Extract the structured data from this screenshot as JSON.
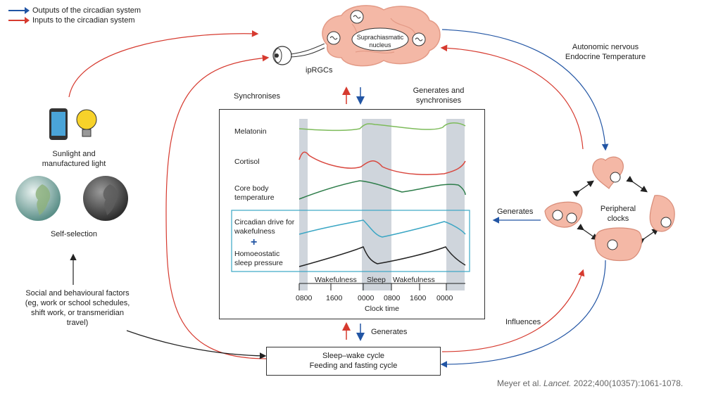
{
  "legend": {
    "outputs": {
      "label": "Outputs of the circadian system",
      "color": "#2255a4"
    },
    "inputs": {
      "label": "Inputs to the circadian system",
      "color": "#d63a2f"
    }
  },
  "brain": {
    "label": "Suprachiasmatic nucleus",
    "eye_label": "ipRGCs",
    "color": "#f4b8a6"
  },
  "left": {
    "light_label": "Sunlight and manufactured light",
    "selection_label": "Self-selection",
    "social_label": "Social and behavioural factors (eg, work or school schedules, shift work, or transmeridian travel)"
  },
  "right": {
    "autonomic_label": "Autonomic nervous Endocrine Temperature",
    "peripheral_label": "Peripheral clocks",
    "generates_label": "Generates",
    "influences_label": "Influences"
  },
  "center": {
    "synchronises_label": "Synchronises",
    "generates_sync_label": "Generates and synchronises",
    "generates_label": "Generates",
    "bottom_box_line1": "Sleep–wake cycle",
    "bottom_box_line2": "Feeding and fasting cycle"
  },
  "chart_data": {
    "type": "line",
    "rows": [
      {
        "label": "Melatonin",
        "color": "#7dbb5a"
      },
      {
        "label": "Cortisol",
        "color": "#d9473e"
      },
      {
        "label": "Core body temperature",
        "color": "#2e7d4a"
      },
      {
        "label": "Circadian drive for wakefulness",
        "color": "#3aa6c4"
      },
      {
        "label": "Homoeostatic sleep pressure",
        "color": "#222222"
      }
    ],
    "plus": "+",
    "phases": [
      "Wakefulness",
      "Sleep",
      "Wakefulness"
    ],
    "x_ticks": [
      "0800",
      "1600",
      "0000",
      "0800",
      "1600",
      "0000"
    ],
    "xlabel": "Clock time",
    "sleep_band_color": "#cfd5dc",
    "highlight_color": "#3aa6c4"
  },
  "citation": {
    "authors": "Meyer et al.",
    "journal": "Lancet.",
    "details": "2022;400(10357):1061-1078."
  }
}
